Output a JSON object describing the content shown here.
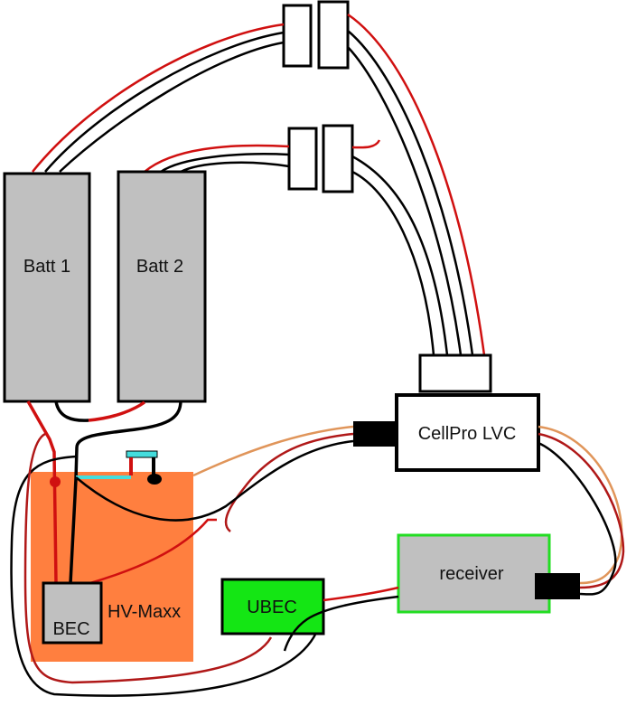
{
  "diagram": {
    "title": "Battery / HV-Maxx / CellPro LVC wiring",
    "components": {
      "batt1": "Batt 1",
      "batt2": "Batt 2",
      "cellpro": "CellPro LVC",
      "receiver": "receiver",
      "ubec": "UBEC",
      "bec": "BEC",
      "hvmaxx": "HV-Maxx"
    },
    "colors": {
      "wire_red": "#d01010",
      "wire_dark_red": "#b01818",
      "wire_black": "#000000",
      "wire_orange": "#e0955a",
      "battery_fill": "#c0c0c0",
      "esc_fill": "#ff7f3f",
      "ubec_fill": "#14e614",
      "receiver_border": "#22dd22",
      "cyan": "#44dddd"
    }
  }
}
